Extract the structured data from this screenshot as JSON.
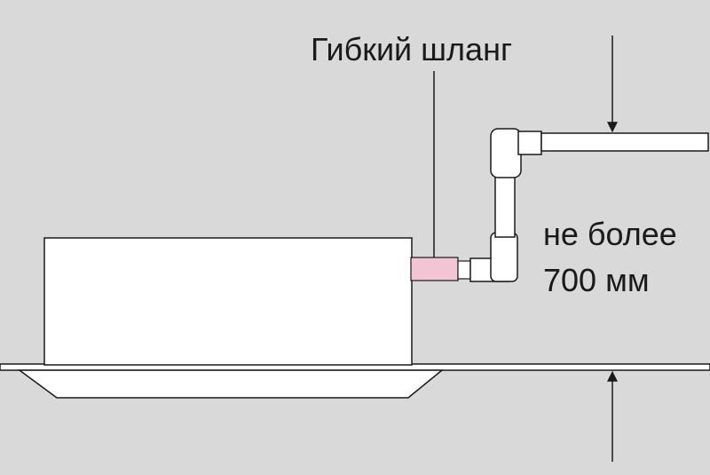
{
  "diagram": {
    "hose_label": "Гибкий шланг",
    "height_note": [
      "не более",
      "700 мм"
    ]
  },
  "colors": {
    "background": "#d9d9da",
    "unit": "#ffffff",
    "outline": "#1a1a1a",
    "hose": "#f2c4d4"
  }
}
